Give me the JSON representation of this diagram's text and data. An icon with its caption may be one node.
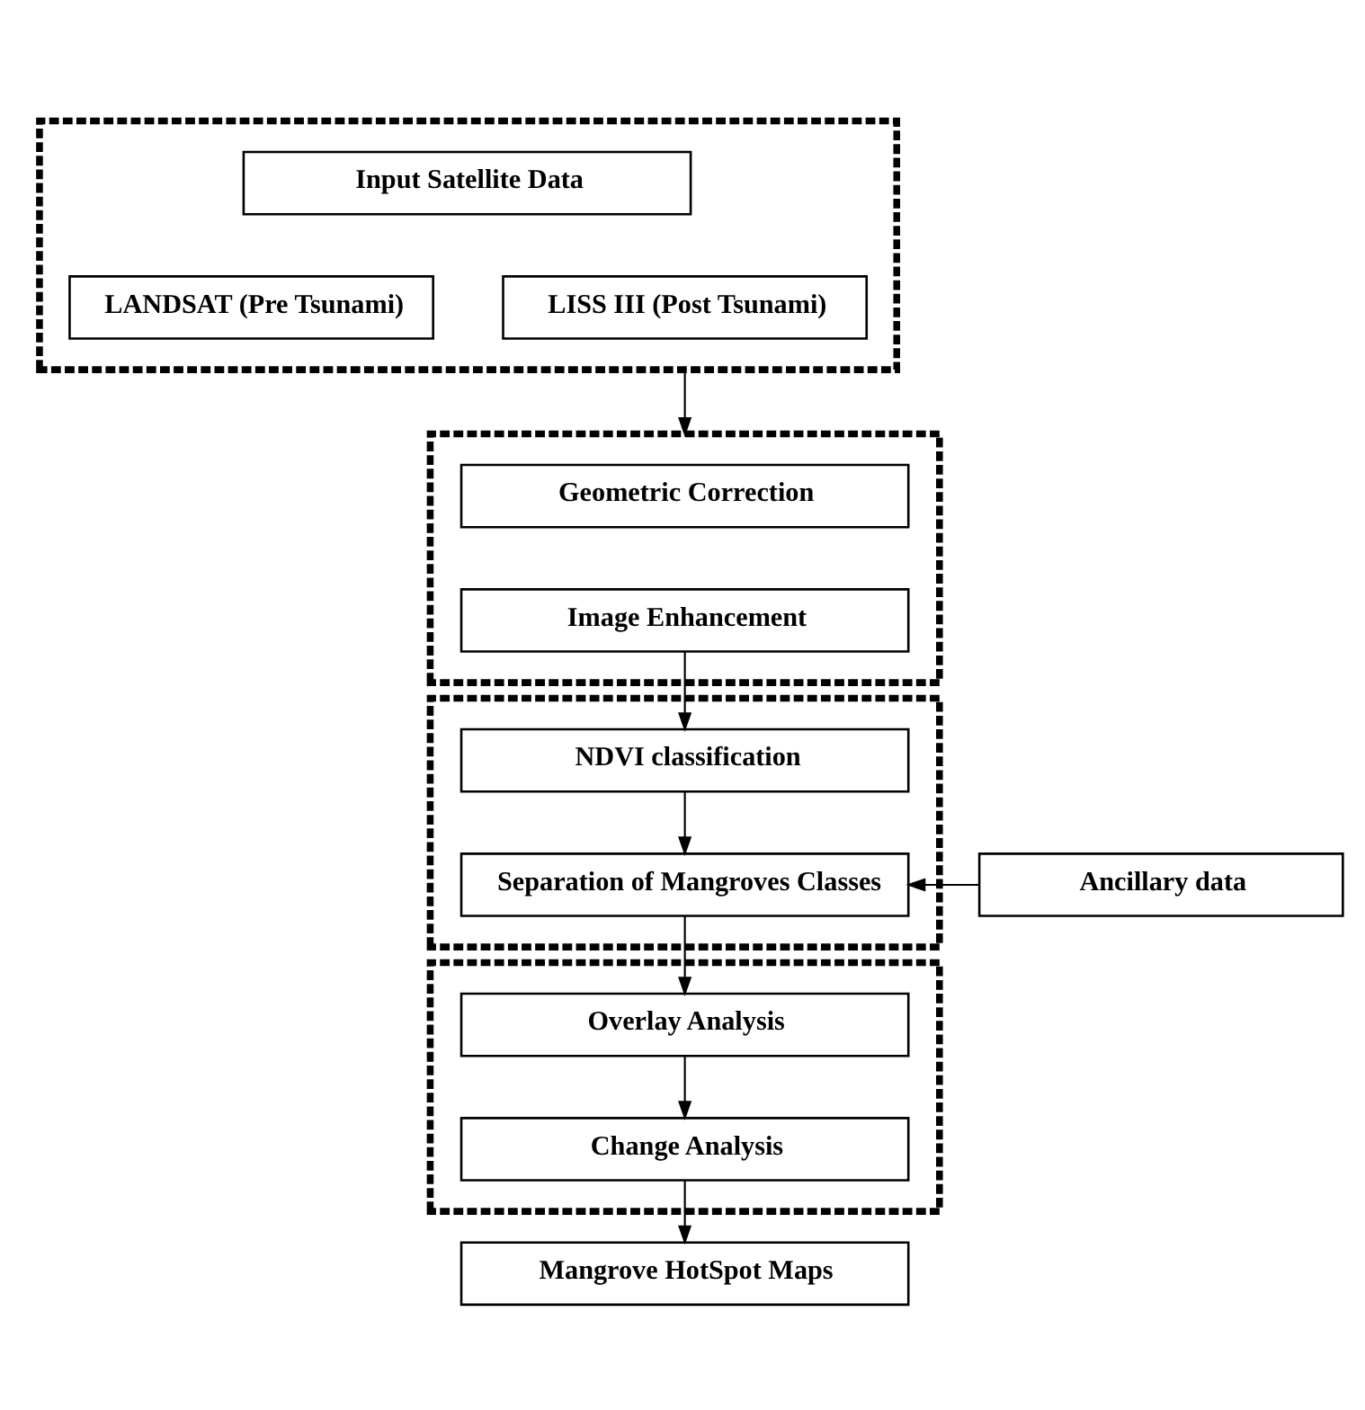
{
  "diagram": {
    "nodes": [
      {
        "text": [],
        "shape": "box"
      },
      {
        "text": [
          "Input Satellite Data"
        ],
        "in": 0
      },
      {
        "text": [
          "LANDSAT (Pre Tsunami)"
        ],
        "in": 0
      },
      {
        "text": [
          "LISS III (Post Tsunami)"
        ],
        "in": 0
      },
      {
        "text": [],
        "shape": "box"
      },
      {
        "text": [
          "Geometric Correction"
        ],
        "in": 4
      },
      {
        "text": [
          "Image Enhancement"
        ],
        "in": 4
      },
      {
        "text": [],
        "shape": "box"
      },
      {
        "text": [
          "NDVI classification"
        ],
        "in": 7
      },
      {
        "text": [
          "Separation of Mangroves Classes"
        ],
        "in": 7
      },
      {
        "text": [
          "Ancillary data"
        ]
      },
      {
        "text": [],
        "shape": "box"
      },
      {
        "text": [
          "Overlay Analysis"
        ],
        "in": 11
      },
      {
        "text": [
          "Change Analysis"
        ],
        "in": 11
      },
      {
        "text": [
          "Mangrove HotSpot Maps"
        ]
      }
    ],
    "edges": [
      {
        "from": 0,
        "to": 4,
        "arrow": "to"
      },
      {
        "from": 6,
        "to": 8,
        "arrow": "to"
      },
      {
        "from": 8,
        "to": 9,
        "arrow": "to"
      },
      {
        "from": 10,
        "to": 9,
        "arrow": "to"
      },
      {
        "from": 9,
        "to": 12,
        "arrow": "to"
      },
      {
        "from": 12,
        "to": 13,
        "arrow": "to"
      },
      {
        "from": 13,
        "to": 14,
        "arrow": "to"
      }
    ]
  }
}
